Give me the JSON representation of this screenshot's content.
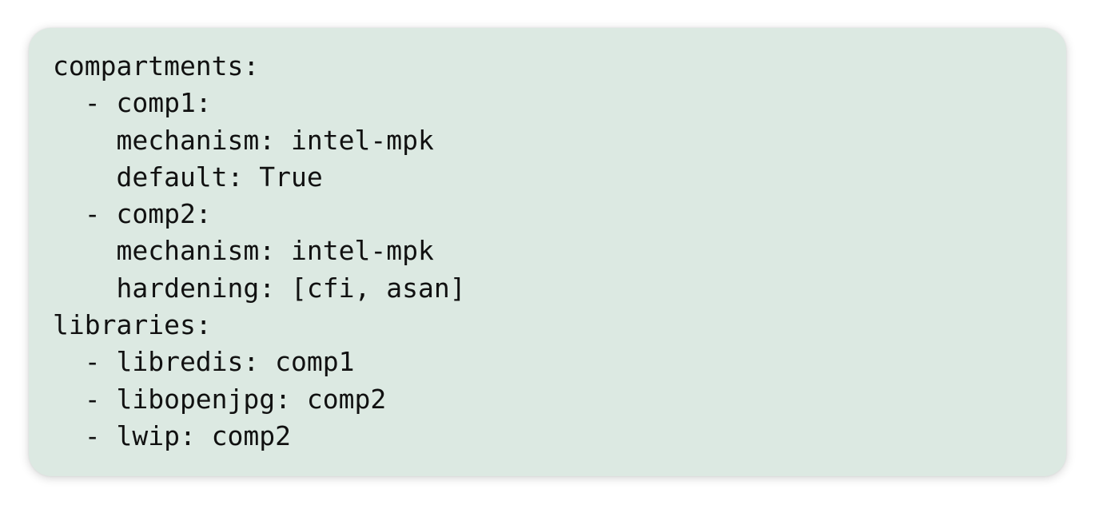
{
  "code": {
    "lines": [
      "compartments:",
      "  - comp1:",
      "    mechanism: intel-mpk",
      "    default: True",
      "  - comp2:",
      "    mechanism: intel-mpk",
      "    hardening: [cfi, asan]",
      "libraries:",
      "  - libredis: comp1",
      "  - libopenjpg: comp2",
      "  - lwip: comp2"
    ]
  },
  "colors": {
    "card_background": "#dce9e2",
    "text": "#111111",
    "page_background": "#ffffff"
  }
}
